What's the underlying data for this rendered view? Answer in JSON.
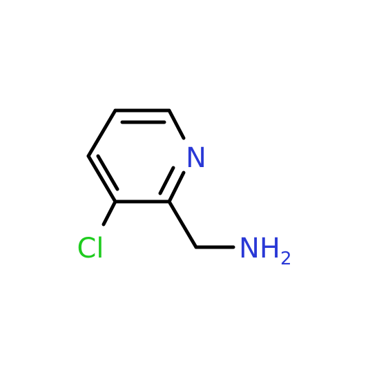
{
  "molecule": {
    "atoms": {
      "n_ring": {
        "symbol": "N",
        "color": "#2a39d6"
      },
      "cl": {
        "symbol": "Cl",
        "color": "#1fcc1f"
      },
      "nh2": {
        "symbol": "NH",
        "subscript": "2",
        "color": "#2a39d6"
      }
    },
    "bond_color": "#000000"
  }
}
